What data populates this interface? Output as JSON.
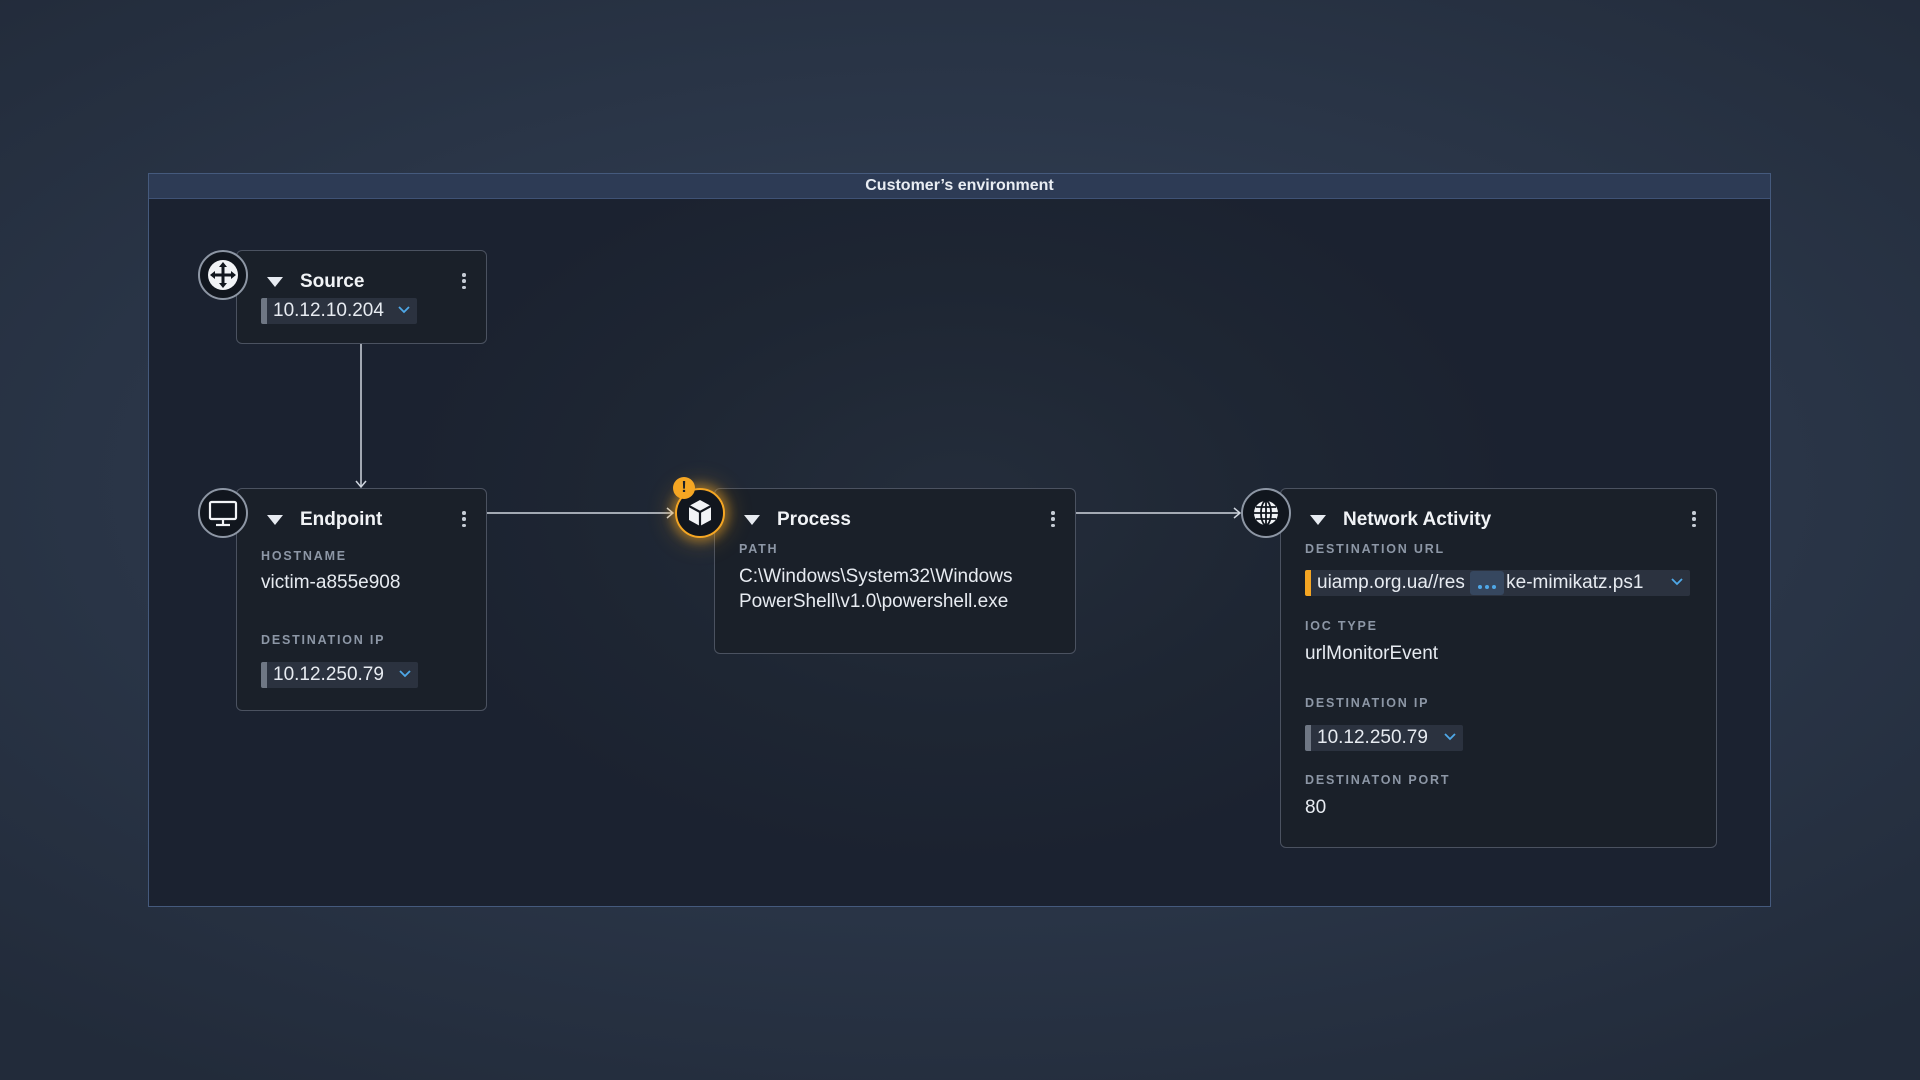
{
  "environment": {
    "title": "Customer’s environment"
  },
  "source": {
    "title": "Source",
    "ip": "10.12.10.204",
    "icon": "source-router-icon"
  },
  "endpoint": {
    "title": "Endpoint",
    "hostname_label": "HOSTNAME",
    "hostname": "victim-a855e908",
    "dest_ip_label": "DESTINATION IP",
    "dest_ip": "10.12.250.79",
    "icon": "monitor-icon"
  },
  "process": {
    "title": "Process",
    "path_label": "PATH",
    "path_line1": "C:\\Windows\\System32\\Windows",
    "path_line2": "PowerShell\\v1.0\\powershell.exe",
    "alert_badge": "!",
    "icon": "cube-icon"
  },
  "network": {
    "title": "Network Activity",
    "url_label": "DESTINATION URL",
    "url_start": "uiamp.org.ua//res",
    "url_end": "ke-mimikatz.ps1",
    "ioc_label": "IOC TYPE",
    "ioc_value": "urlMonitorEvent",
    "dest_ip_label": "DESTINATION IP",
    "dest_ip": "10.12.250.79",
    "port_label": "DESTINATON PORT",
    "port": "80",
    "icon": "globe-icon"
  },
  "colors": {
    "accent_alert": "#f5a623",
    "info_blue": "#4fa8e8",
    "card_bg": "#1a2029"
  }
}
